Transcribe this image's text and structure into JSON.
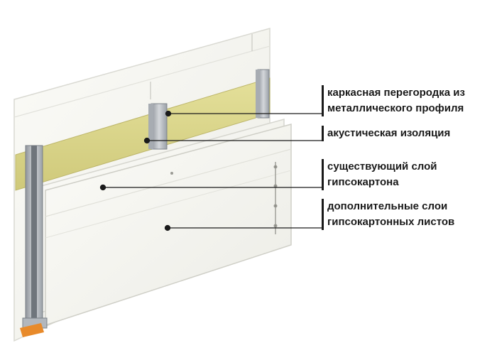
{
  "callouts": [
    {
      "lines": [
        "каркасная перегородка из",
        "металлического профиля"
      ]
    },
    {
      "lines": [
        "акустическая изоляция"
      ]
    },
    {
      "lines": [
        "существующий слой",
        "гипсокартона"
      ]
    },
    {
      "lines": [
        "дополнительные слои",
        "гипсокартонных листов"
      ]
    }
  ],
  "colors": {
    "board": "#f3f3ee",
    "board_edge": "#d9d9d2",
    "insulation": "#d9d58a",
    "stud": "#b8bcc2",
    "leader": "#1a1a1a",
    "sill": "#e88a2a"
  }
}
